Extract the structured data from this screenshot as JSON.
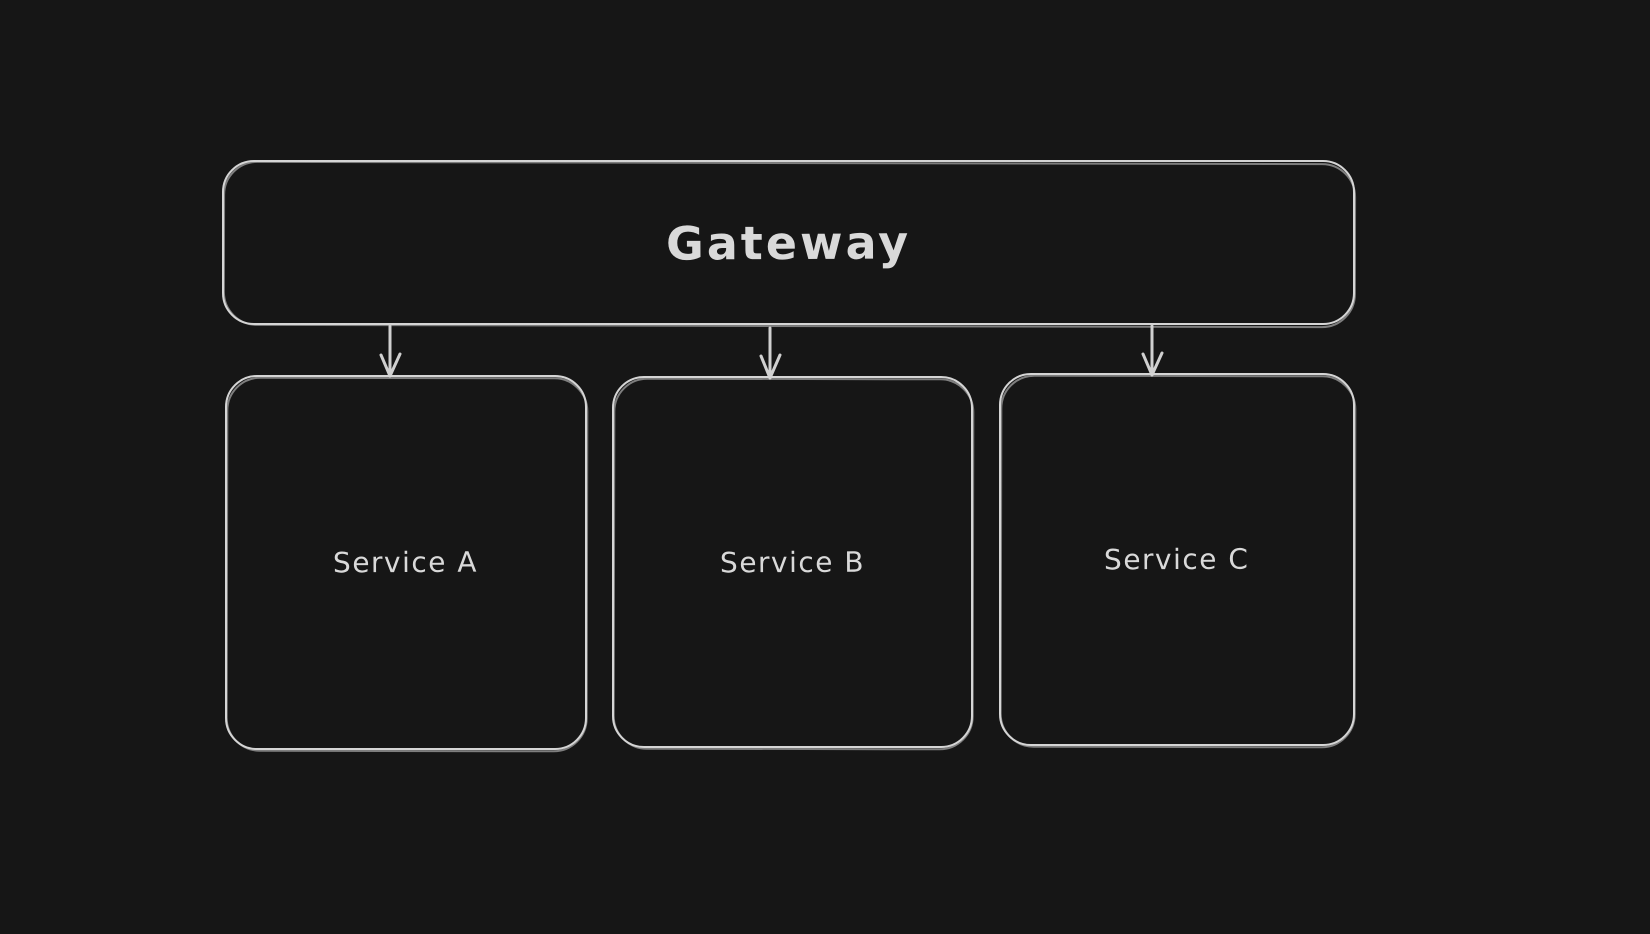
{
  "canvas": {
    "background_color": "#161616",
    "stroke_color": "#d5d5d5",
    "text_color": "#d9d9d9"
  },
  "diagram": {
    "type": "architecture-flow",
    "nodes": [
      {
        "id": "gateway",
        "label": "Gateway",
        "shape": "rounded-rectangle"
      },
      {
        "id": "service-a",
        "label": "Service A",
        "shape": "rounded-rectangle"
      },
      {
        "id": "service-b",
        "label": "Service B",
        "shape": "rounded-rectangle"
      },
      {
        "id": "service-c",
        "label": "Service C",
        "shape": "rounded-rectangle"
      }
    ],
    "edges": [
      {
        "from": "gateway",
        "to": "service-a",
        "style": "arrow-down"
      },
      {
        "from": "gateway",
        "to": "service-b",
        "style": "arrow-down"
      },
      {
        "from": "gateway",
        "to": "service-c",
        "style": "arrow-down"
      }
    ]
  }
}
